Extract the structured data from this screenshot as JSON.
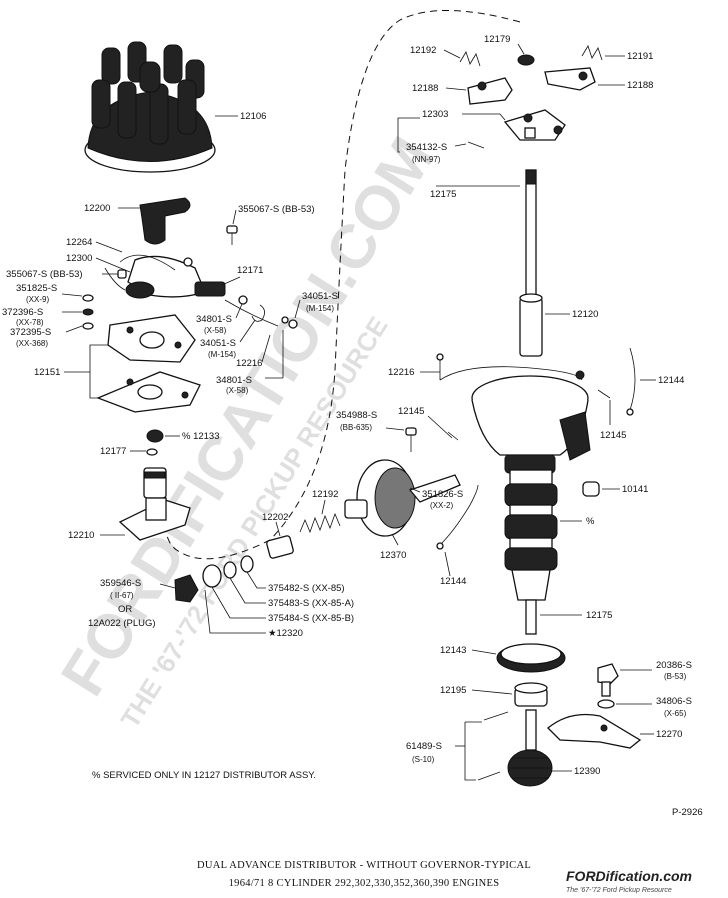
{
  "watermark": {
    "main": "FORDIFICATION.COM",
    "sub": "THE '67-'72 FORD PICKUP RESOURCE"
  },
  "labels": {
    "l12106": "12106",
    "l12200": "12200",
    "l355067a": "355067-S (BB-53)",
    "l12264": "12264",
    "l12300": "12300",
    "l355067b": "355067-S (BB-53)",
    "l351825": "351825-S",
    "l351825c": "(XX-9)",
    "l372396": "372396-S",
    "l372396c": "(XX-78)",
    "l372395": "372395-S",
    "l372395c": "(XX-368)",
    "l12171": "12171",
    "l34051a": "34051-S",
    "l34051ac": "(M-154)",
    "l34801a": "34801-S",
    "l34801ac": "(X-58)",
    "l34051b": "34051-S",
    "l34051bc": "(M-154)",
    "l12216a": "12216",
    "l34801b": "34801-S",
    "l34801bc": "(X-58)",
    "l12151": "12151",
    "l12133": "% 12133",
    "l12177": "12177",
    "l12210": "12210",
    "l12192a": "12192",
    "l12179": "12179",
    "l12191": "12191",
    "l12188a": "12188",
    "l12188b": "12188",
    "l12303": "12303",
    "l354132": "354132-S",
    "l354132c": "(NN-97)",
    "l12175a": "12175",
    "l12120": "12120",
    "l12216b": "12216",
    "l12144a": "12144",
    "l354988": "354988-S",
    "l354988c": "(BB-635)",
    "l12145a": "12145",
    "l12145b": "12145",
    "l10141": "10141",
    "l351826": "351826-S",
    "l351826c": "(XX-2)",
    "lpct": "%",
    "l12192b": "12192",
    "l12202": "12202",
    "l12370": "12370",
    "l12144b": "12144",
    "l359546": "359546-S",
    "l359546c": "( II-67)",
    "lor": "OR",
    "l12a022": "12A022 (PLUG)",
    "l375482": "375482-S (XX-85)",
    "l375483": "375483-S (XX-85-A)",
    "l375484": "375484-S (XX-85-B)",
    "l12320": "★12320",
    "l12175b": "12175",
    "l12143": "12143",
    "l20386": "20386-S",
    "l20386c": "(B-53)",
    "l12195": "12195",
    "l34806": "34806-S",
    "l34806c": "(X-65)",
    "l12270": "12270",
    "l61489": "61489-S",
    "l61489c": "(S-10)",
    "l12390": "12390"
  },
  "notes": {
    "serviced": "% SERVICED ONLY IN 12127 DISTRIBUTOR ASSY.",
    "figure_no": "P-2926"
  },
  "caption": {
    "line1": "DUAL ADVANCE DISTRIBUTOR - WITHOUT GOVERNOR-TYPICAL",
    "line2": "1964/71 8 CYLINDER 292,302,330,352,360,390 ENGINES"
  },
  "logo": {
    "name": "FORDification.com",
    "tagline": "The '67-'72 Ford Pickup Resource"
  }
}
